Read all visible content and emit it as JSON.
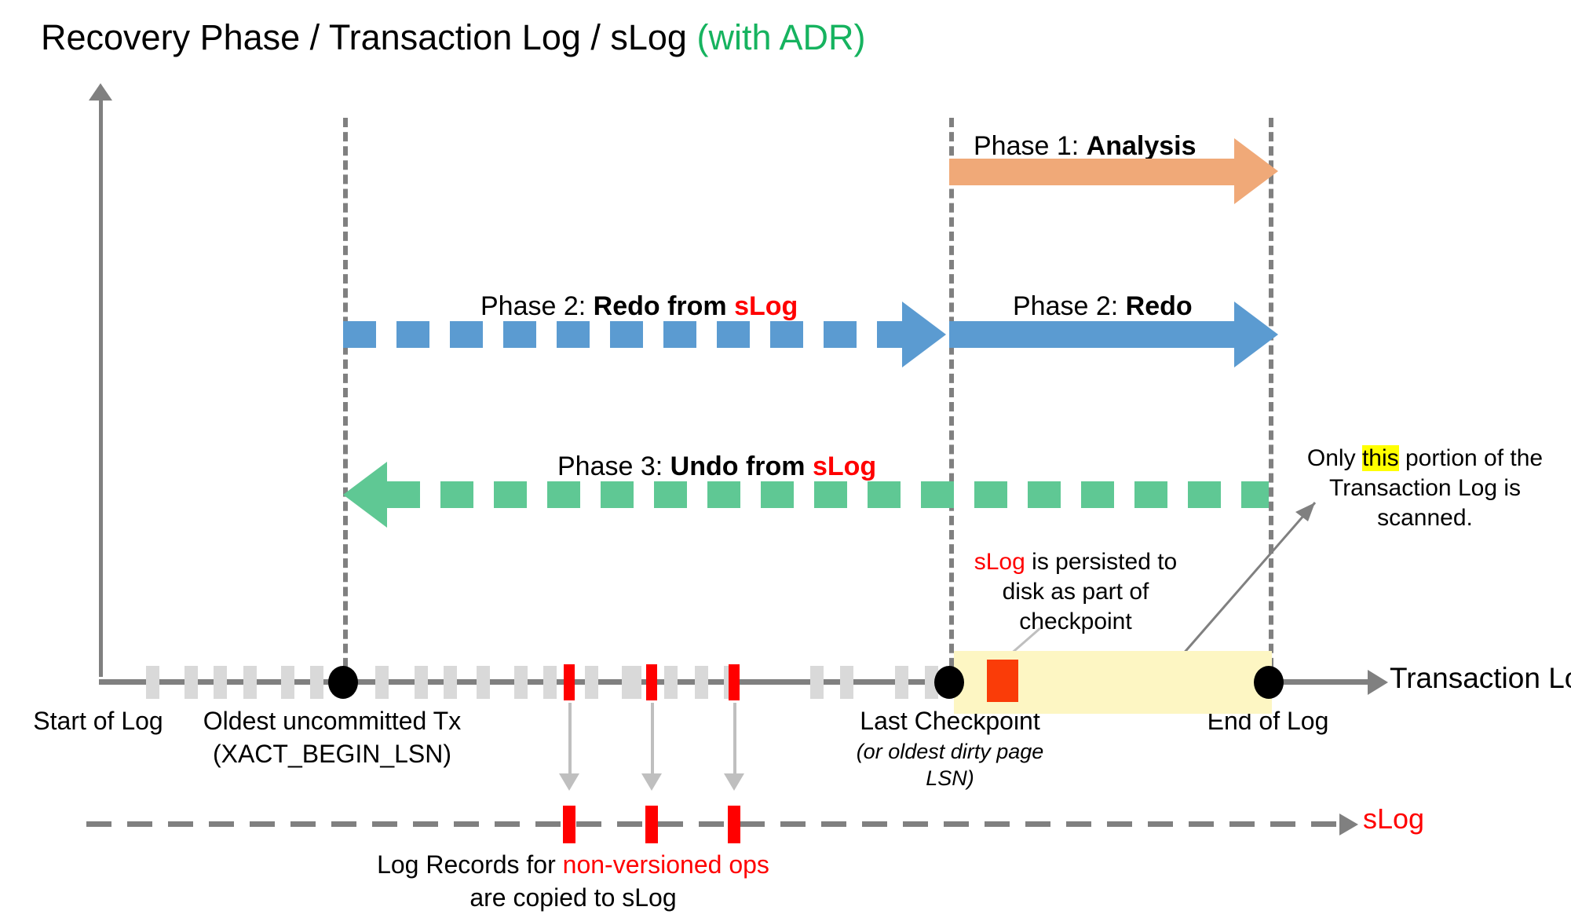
{
  "title": {
    "main": "Recovery Phase / Transaction Log / sLog ",
    "accent": "(with ADR)",
    "accent_color": "#16b35f"
  },
  "phases": [
    {
      "id": "analysis",
      "prefix": "Phase 1: ",
      "name": "Analysis",
      "suffix": "",
      "color": "#f0a978",
      "style": "solid",
      "direction": "right"
    },
    {
      "id": "redo-from-slog",
      "prefix": "Phase 2: ",
      "name": "Redo from ",
      "suffix": "sLog",
      "color": "#5b9bd1",
      "style": "dashed",
      "direction": "right"
    },
    {
      "id": "redo",
      "prefix": "Phase 2: ",
      "name": "Redo",
      "suffix": "",
      "color": "#5b9bd1",
      "style": "solid",
      "direction": "right"
    },
    {
      "id": "undo-from-slog",
      "prefix": "Phase 3: ",
      "name": "Undo from ",
      "suffix": "sLog",
      "color": "#5fc894",
      "style": "dashed",
      "direction": "left"
    }
  ],
  "timeline": {
    "label": "Transaction Log",
    "points": [
      {
        "id": "start-of-log",
        "label": "Start of Log",
        "sub": ""
      },
      {
        "id": "oldest-uncommitted-tx",
        "label": "Oldest uncommitted Tx",
        "sub": "(XACT_BEGIN_LSN)"
      },
      {
        "id": "last-checkpoint",
        "label": "Last Checkpoint",
        "sub": "(or oldest dirty page LSN)"
      },
      {
        "id": "end-of-log",
        "label": "End of Log",
        "sub": ""
      }
    ]
  },
  "callouts": {
    "slog_persist": {
      "line1_accent": "sLog",
      "line1_rest": " is persisted to",
      "line2": "disk as part of",
      "line3": "checkpoint"
    },
    "scanned": {
      "pre": "Only ",
      "highlight": "this",
      "post": " portion of the",
      "line2": "Transaction Log is scanned."
    }
  },
  "slog": {
    "label": "sLog",
    "label_color": "#ff0000",
    "note_line1_pre": "Log Records for ",
    "note_line1_accent": "non-versioned ops",
    "note_line2": "are copied to sLog"
  },
  "colors": {
    "analysis": "#f0a978",
    "redo": "#5b9bd1",
    "undo": "#5fc894",
    "accent_red": "#ff0000",
    "highlight_yellow": "#ffff00",
    "band_yellow": "#fdf6c3",
    "axis_gray": "#808080",
    "tick_gray": "#d9d9d9"
  }
}
